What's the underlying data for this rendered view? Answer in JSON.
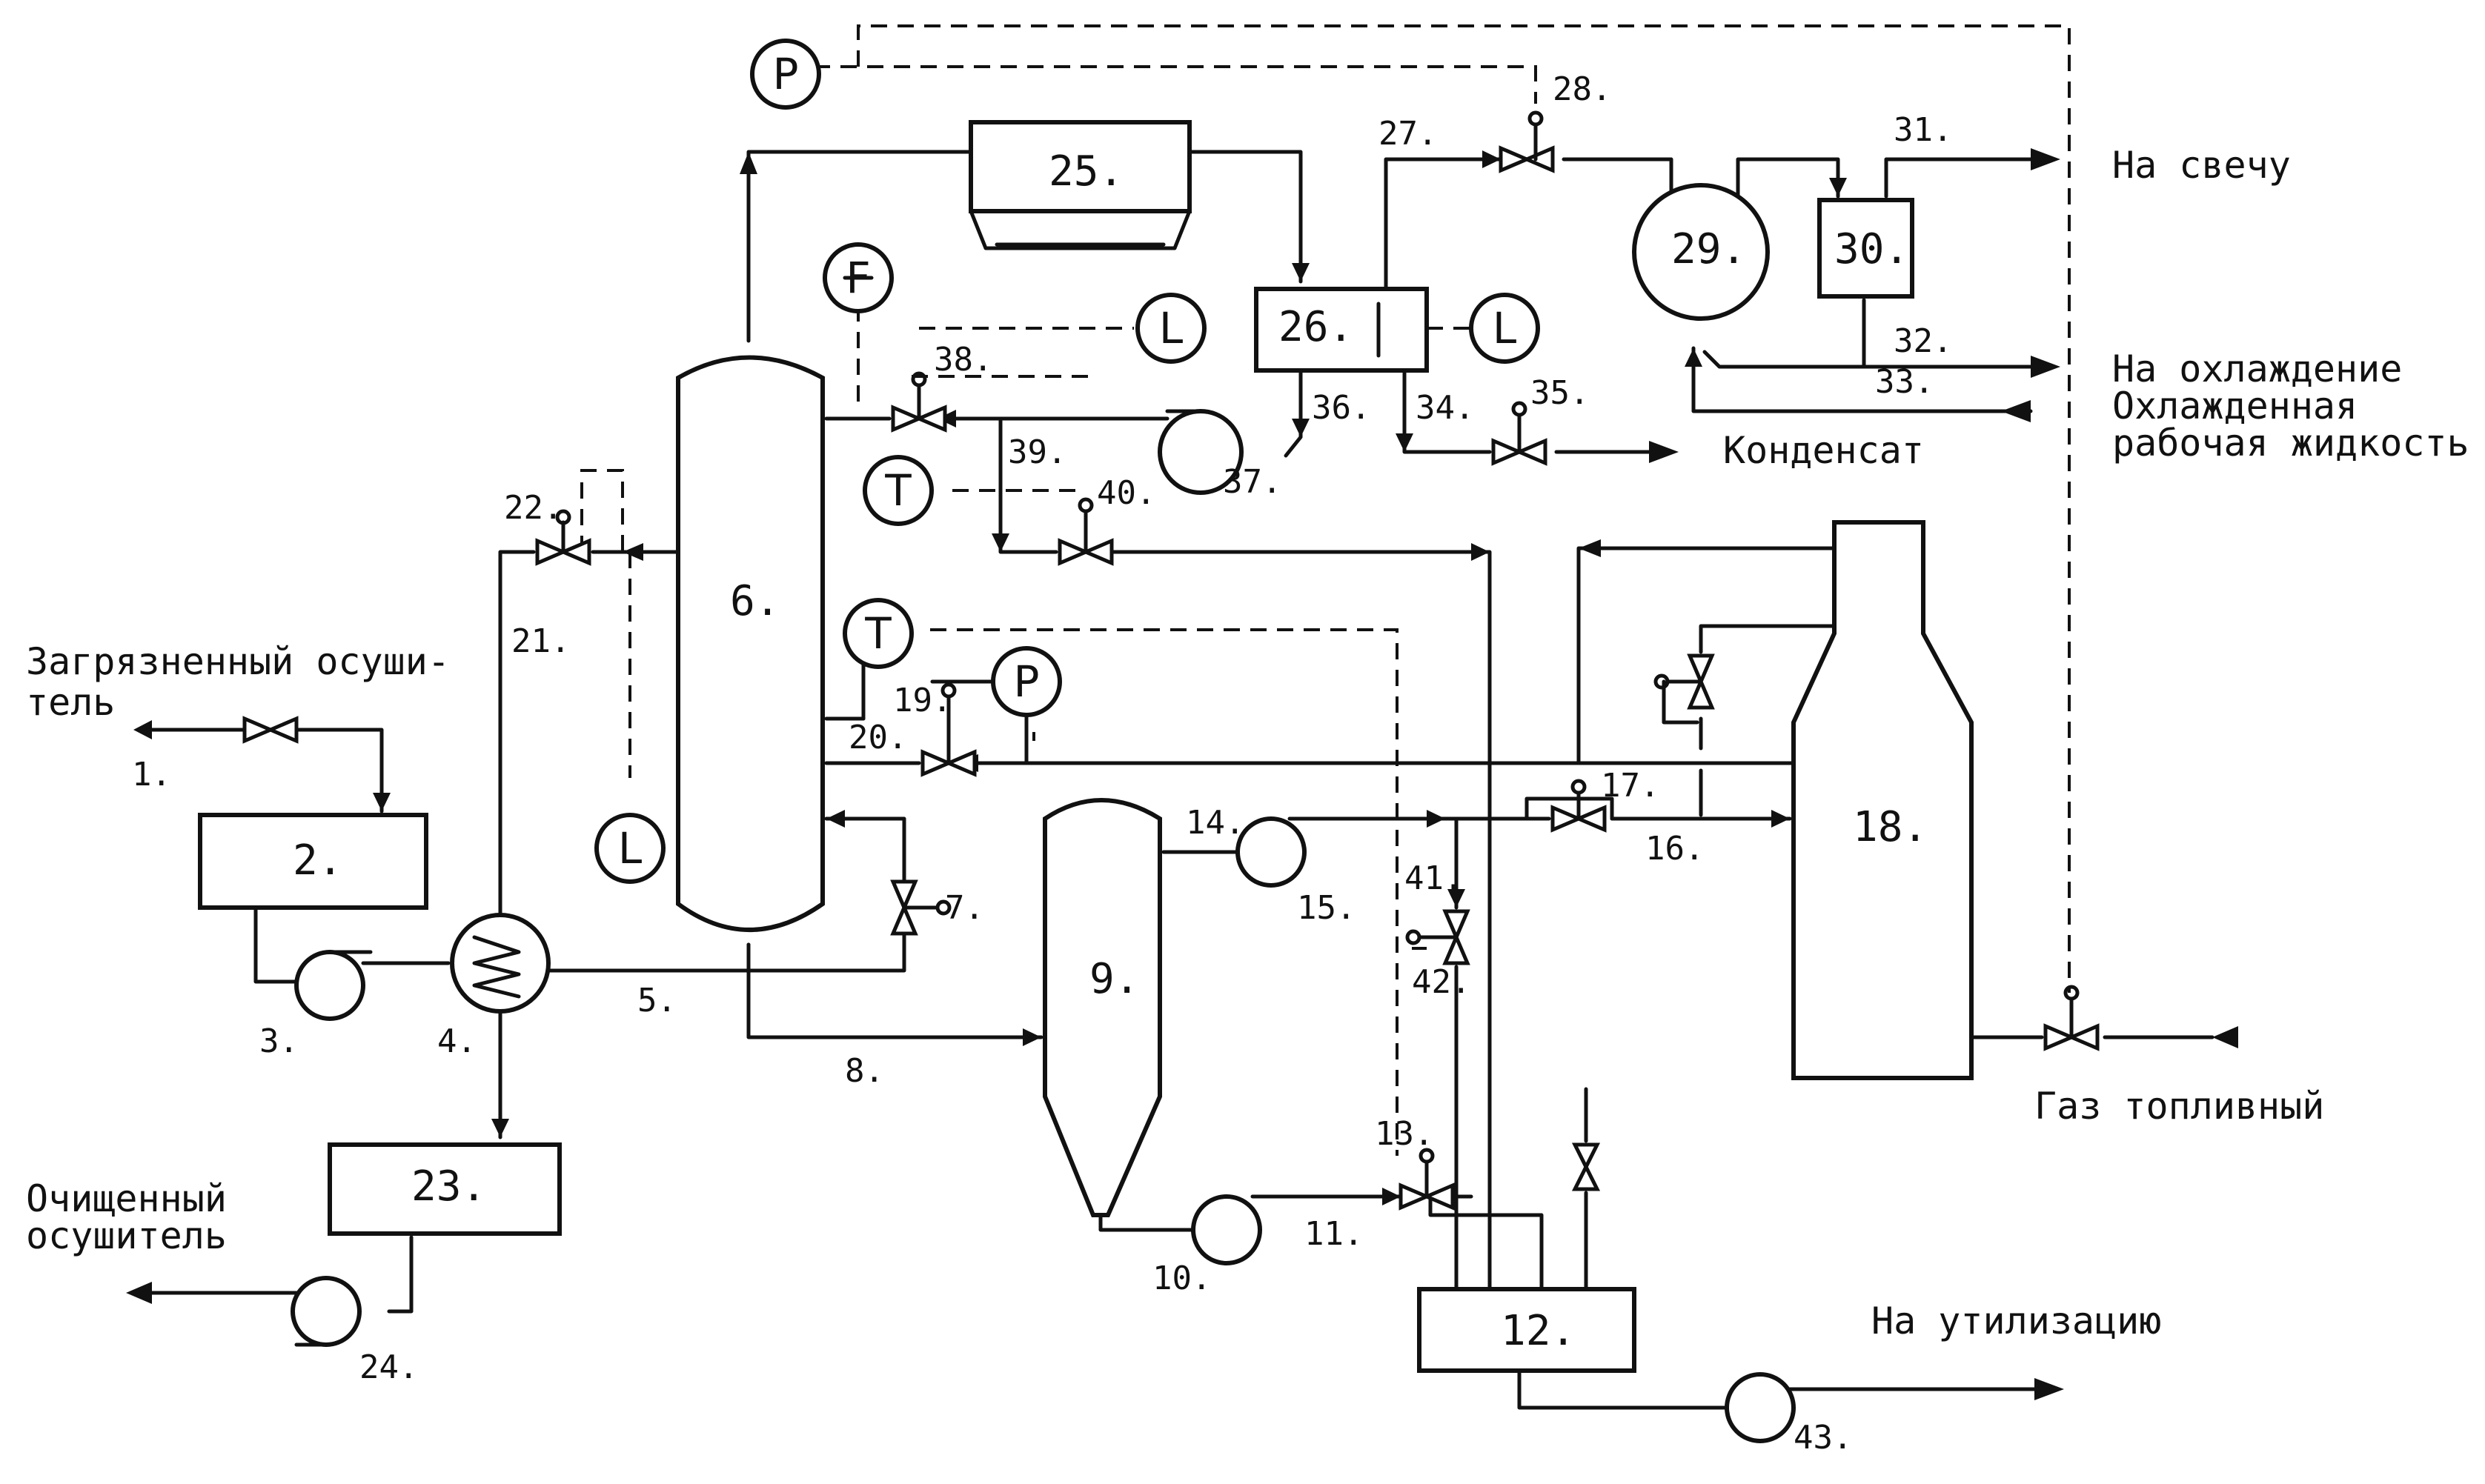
{
  "equipment": {
    "e2": "2.",
    "e6": "6.",
    "e9": "9.",
    "e12": "12.",
    "e18": "18.",
    "e23": "23.",
    "e25": "25.",
    "e26": "26.",
    "e29": "29.",
    "e30": "30."
  },
  "numbers": {
    "n1": "1.",
    "n3": "3.",
    "n4": "4.",
    "n5": "5.",
    "n7": "7.",
    "n8": "8.",
    "n10": "10.",
    "n11": "11.",
    "n13": "13.",
    "n14": "14.",
    "n15": "15.",
    "n16": "16.",
    "n17": "17.",
    "n19": "19.",
    "n20": "20.",
    "n21": "21.",
    "n22": "22.",
    "n24": "24.",
    "n27": "27.",
    "n28": "28.",
    "n31": "31.",
    "n32": "32.",
    "n33": "33.",
    "n34": "34.",
    "n35": "35.",
    "n36": "36.",
    "n37": "37.",
    "n39": "39.",
    "n38": "38.",
    "n40": "40.",
    "n41": "41.",
    "n42": "42.",
    "n43": "43."
  },
  "instruments": {
    "p": "P",
    "f": "F",
    "l": "L",
    "t": "T"
  },
  "labels": {
    "contaminated_1": "Загрязненный осуши-",
    "contaminated_2": "тель",
    "purified_1": "Очищенный",
    "purified_2": "осушитель",
    "to_flare": "На свечу",
    "to_cooling": "На охлаждение",
    "cooled_1": "Охлажденная",
    "cooled_2": "рабочая жидкость",
    "condensate": "Конденсат",
    "fuel_gas": "Газ топливный",
    "to_disposal": "На утилизацию"
  }
}
